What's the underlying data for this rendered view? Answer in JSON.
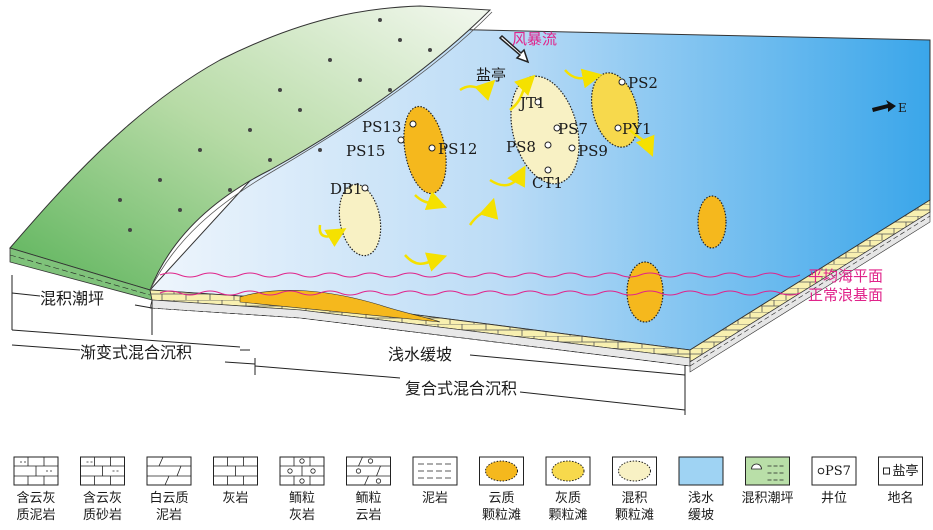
{
  "colors": {
    "water_light": "#e6f0fb",
    "water_deep": "#4fb0ec",
    "tidal_flat": "#7fc27a",
    "shoal_dolomitic": "#f5b81d",
    "shoal_limestone": "#f7d94c",
    "shoal_mixed": "#f8f1c4",
    "platform_top": "#f8f0b0",
    "accent_magenta": "#e0238a",
    "arrow_yellow": "#f5e100"
  },
  "annotations": {
    "storm_flow": "风暴流",
    "yanting": "盐亭",
    "east": "E",
    "mean_sea_level": "平均海平面",
    "wave_base": "正常浪基面"
  },
  "wells": [
    "PS2",
    "PY1",
    "JT1",
    "PS7",
    "PS8",
    "PS9",
    "CT1",
    "PS13",
    "PS12",
    "PS15",
    "DB1"
  ],
  "zones": {
    "tidal_flat": "混积潮坪",
    "ramp": "浅水缓坡",
    "gradual": "渐变式混合沉积",
    "composite": "复合式混合沉积"
  },
  "legend": [
    {
      "icon": "dolomitic-mudstone",
      "label_line1": "含云灰",
      "label_line2": "质泥岩"
    },
    {
      "icon": "dolomitic-sandstone",
      "label_line1": "含云灰",
      "label_line2": "质砂岩"
    },
    {
      "icon": "dolomitic-mudstone-white",
      "label_line1": "白云质",
      "label_line2": "泥岩"
    },
    {
      "icon": "limestone",
      "label_line1": "灰岩",
      "label_line2": ""
    },
    {
      "icon": "oolitic-limestone",
      "label_line1": "鲕粒",
      "label_line2": "灰岩"
    },
    {
      "icon": "oolitic-dolomite",
      "label_line1": "鲕粒",
      "label_line2": "云岩"
    },
    {
      "icon": "mudstone",
      "label_line1": "泥岩",
      "label_line2": ""
    },
    {
      "icon": "dolomitic-grain-shoal",
      "label_line1": "云质",
      "label_line2": "颗粒滩"
    },
    {
      "icon": "limestone-grain-shoal",
      "label_line1": "灰质",
      "label_line2": "颗粒滩"
    },
    {
      "icon": "mixed-grain-shoal",
      "label_line1": "混积",
      "label_line2": "颗粒滩"
    },
    {
      "icon": "shallow-ramp",
      "label_line1": "浅水",
      "label_line2": "缓坡"
    },
    {
      "icon": "mixed-tidal-flat",
      "label_line1": "混积潮坪",
      "label_line2": ""
    },
    {
      "icon": "well-location",
      "label_line1": "井位",
      "label_line2": "",
      "sample": "PS7"
    },
    {
      "icon": "place-name",
      "label_line1": "地名",
      "label_line2": "",
      "sample": "盐亭"
    }
  ]
}
